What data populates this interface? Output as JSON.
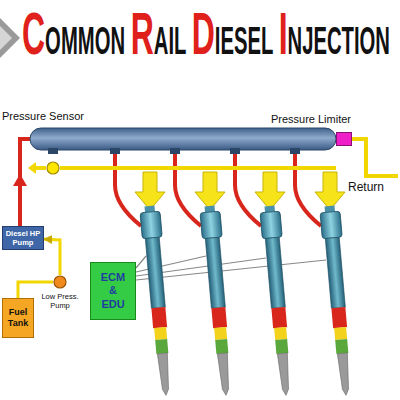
{
  "diagram": {
    "title": "COMMON RAIL DIESEL INJECTION",
    "nodes": [
      {
        "text": [
          "Pressure Sensor"
        ]
      },
      {
        "text": [
          "Pressure Limiter"
        ]
      },
      {
        "text": [
          "Diesel HP Pump"
        ]
      },
      {
        "text": [
          "ECM & EDU"
        ]
      },
      {
        "text": [
          "Fuel Tank"
        ]
      },
      {
        "text": [
          "Low Press. Pump"
        ]
      }
    ],
    "edges": [
      {
        "from": 4,
        "to": 5,
        "arrow": "none"
      },
      {
        "from": 5,
        "to": 2,
        "arrow": "to"
      }
    ],
    "labels": [
      "Return"
    ]
  }
}
